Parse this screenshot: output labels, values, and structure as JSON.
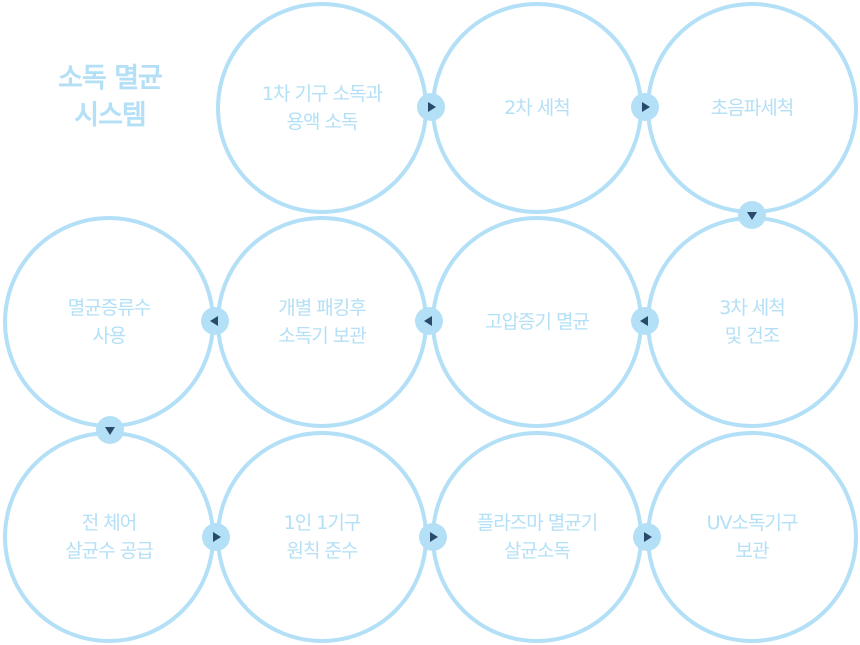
{
  "title": "소독 멸균\n시스템",
  "colors": {
    "circle": "#b3e0f7",
    "arrow": "#2a4a6b"
  },
  "steps": [
    "1차 기구 소독과\n용액 소독",
    "2차 세척",
    "초음파세척",
    "3차 세척\n및 건조",
    "고압증기 멸균",
    "개별 패킹후\n소독기 보관",
    "멸균증류수\n사용",
    "전 체어\n살균수 공급",
    "1인 1기구\n원칙 준수",
    "플라즈마 멸균기\n살균소독",
    "UV소독기구\n보관"
  ],
  "arrow_icons": [
    "play-right-icon",
    "play-left-icon",
    "play-down-icon"
  ]
}
